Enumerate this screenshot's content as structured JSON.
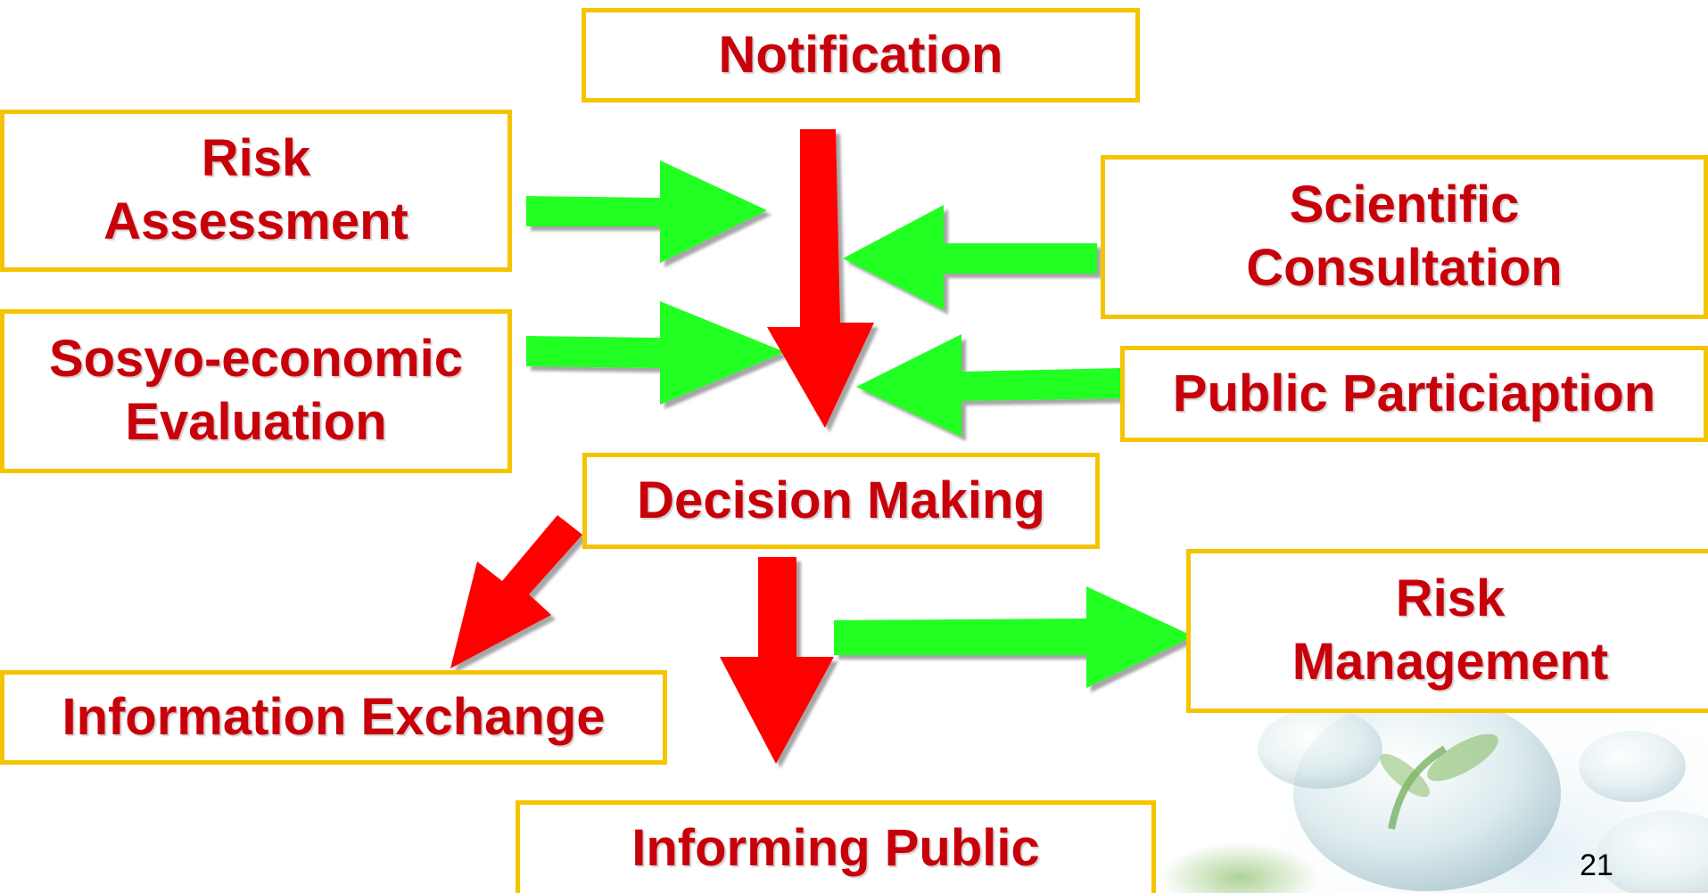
{
  "nodes": {
    "notification": "Notification",
    "risk_assessment": [
      "Risk",
      "Assessment"
    ],
    "socioeconomic_evaluation": [
      "Sosyo-economic",
      "Evaluation"
    ],
    "scientific_consultation": [
      "Scientific",
      "Consultation"
    ],
    "public_participation": "Public Particiaption",
    "decision_making": "Decision Making",
    "information_exchange": "Information Exchange",
    "risk_management": [
      "Risk",
      "Management"
    ],
    "informing_public": "Informing Public"
  },
  "page_number": "21",
  "colors": {
    "box_border": "#f5c400",
    "text": "#c8000a",
    "arrow_input": "#22ff22",
    "arrow_flow": "#ff0000"
  }
}
